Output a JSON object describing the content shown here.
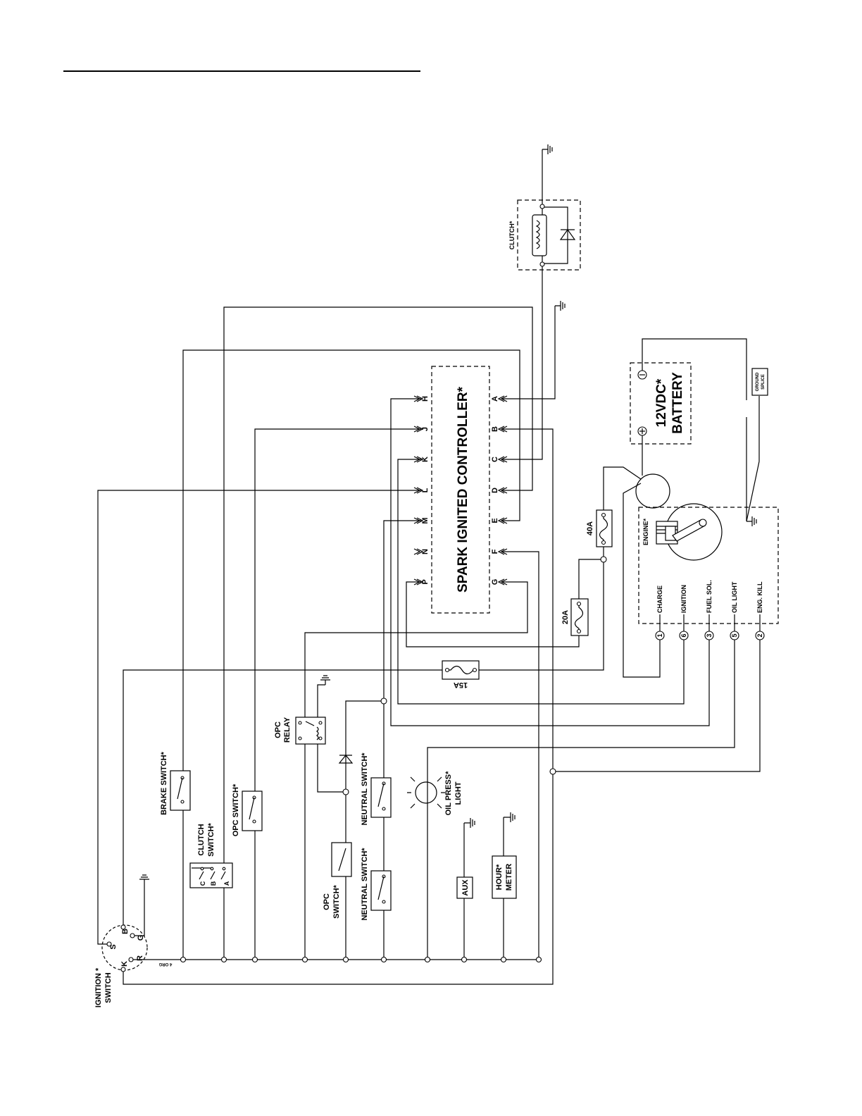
{
  "controller": {
    "label": "SPARK IGNITED CONTROLLER*",
    "left_pins": [
      "H",
      "J",
      "K",
      "L",
      "M",
      "N",
      "P"
    ],
    "right_pins": [
      "A",
      "B",
      "C",
      "D",
      "E",
      "F",
      "G"
    ]
  },
  "clutch": {
    "label": "CLUTCH*"
  },
  "battery": {
    "label_line1": "12VDC*",
    "label_line2": "BATTERY"
  },
  "ground_splice": {
    "line1": "GROUND",
    "line2": "SPLICE"
  },
  "engine": {
    "label": "ENGINE*",
    "terminals": [
      {
        "name": "CHARGE",
        "number": "1"
      },
      {
        "name": "IGNITION",
        "number": "6"
      },
      {
        "name": "FUEL SOL.",
        "number": "3"
      },
      {
        "name": "OIL LIGHT",
        "number": "5"
      },
      {
        "name": "ENG. KILL",
        "number": "2"
      }
    ]
  },
  "fuses": {
    "f40": "40A",
    "f20": "20A",
    "f15": "15A"
  },
  "components": {
    "brake_switch": "BRAKE SWITCH*",
    "clutch_switch_1": "CLUTCH",
    "clutch_switch_2": "SWITCH*",
    "clutch_switch_pins": [
      "C",
      "B",
      "A"
    ],
    "opc_switch_upper": "OPC SWITCH*",
    "opc_relay_1": "OPC",
    "opc_relay_2": "RELAY",
    "opc_switch_lower_1": "OPC",
    "opc_switch_lower_2": "SWITCH*",
    "neutral_switch_upper": "NEUTRAL SWITCH*",
    "neutral_switch_lower": "NEUTRAL SWITCH*",
    "oil_press_1": "OIL PRESS*",
    "oil_press_2": "LIGHT",
    "aux": "AUX",
    "hour_meter_1": "HOUR*",
    "hour_meter_2": "METER"
  },
  "ignition_switch": {
    "label_1": "IGNITION *",
    "label_2": "SWITCH",
    "terminals": [
      "S",
      "B",
      "G",
      "K",
      "R"
    ],
    "wire_label": "4 ORG"
  }
}
